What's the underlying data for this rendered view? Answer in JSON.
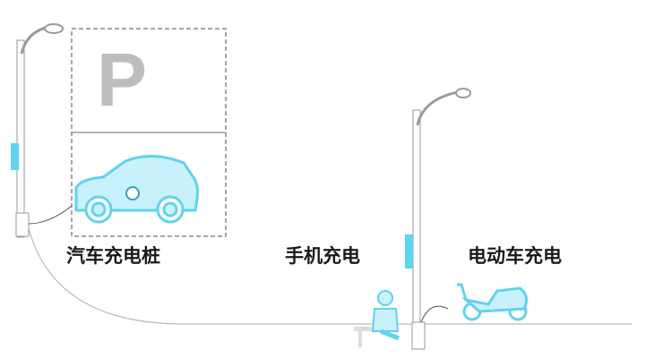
{
  "labels": {
    "car_charging": "汽车充电桩",
    "phone_charging": "手机充电",
    "ebike_charging": "电动车充电"
  },
  "parking_sign": "P",
  "colors": {
    "accent": "#5fd3f0",
    "accent_fill": "#c9f1fb",
    "pole": "#9a9a9a",
    "dash": "#8a8a8a"
  }
}
